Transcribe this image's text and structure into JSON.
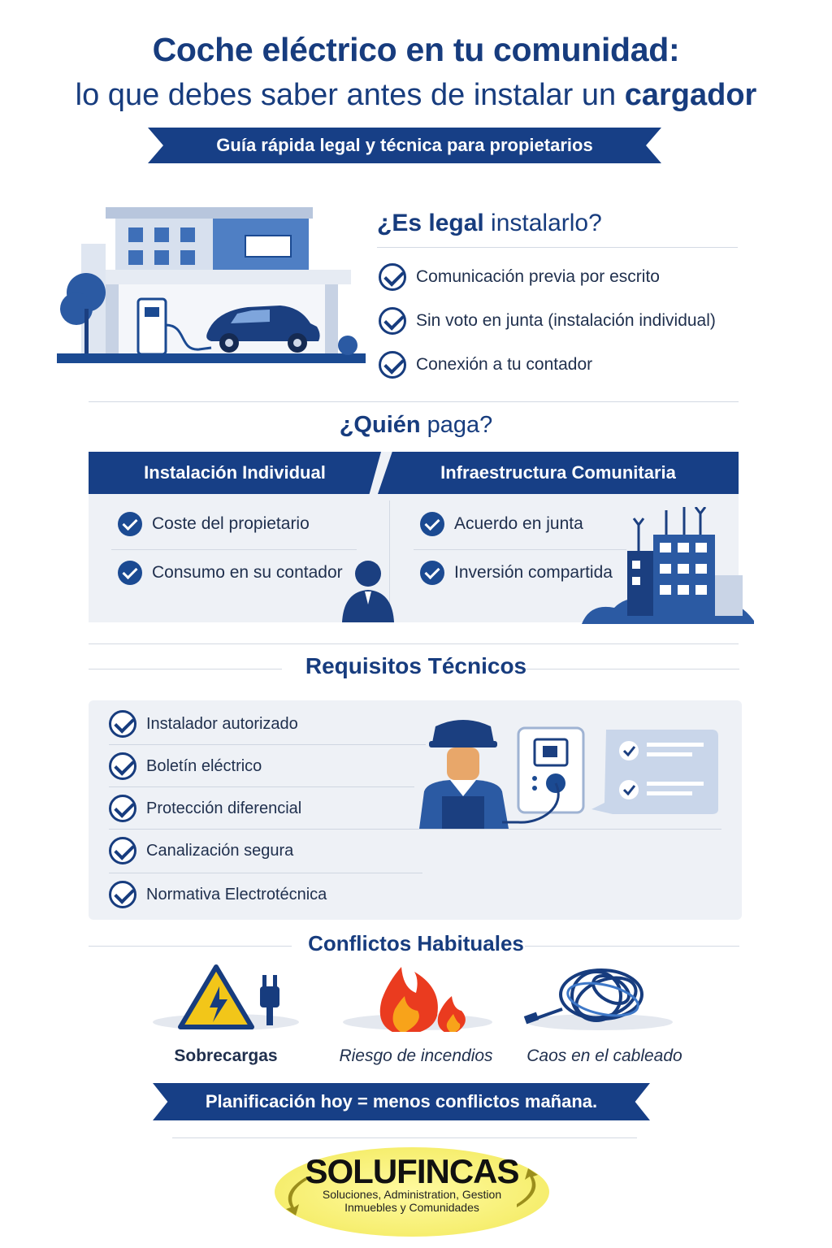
{
  "header": {
    "title_line1": "Coche eléctrico en tu comunidad:",
    "title_line2_prefix": "lo que debes saber antes de instalar un ",
    "title_line2_bold": "cargador",
    "subtitle": "Guía rápida legal y técnica para propietarios"
  },
  "legal": {
    "title_bold": "¿Es legal",
    "title_rest": " instalarlo?",
    "items": [
      "Comunicación previa por escrito",
      "Sin voto en junta (instalación individual)",
      "Conexión a tu contador"
    ]
  },
  "payment": {
    "title_bold": "¿Quién",
    "title_rest": " paga?",
    "individual": {
      "header": "Instalación Individual",
      "items": [
        "Coste del propietario",
        "Consumo en su contador"
      ]
    },
    "community": {
      "header": "Infraestructura Comunitaria",
      "items": [
        "Acuerdo en junta",
        "Inversión compartida"
      ]
    }
  },
  "requirements": {
    "title": "Requisitos Técnicos",
    "items": [
      "Instalador autorizado",
      "Boletín eléctrico",
      "Protección diferencial",
      "Canalización segura",
      "Normativa Electrotécnica"
    ]
  },
  "conflicts": {
    "title": "Conflictos Habituales",
    "items": [
      "Sobrecargas",
      "Riesgo de incendios",
      "Caos en el cableado"
    ]
  },
  "slogan": "Planificación hoy = menos conflictos mañana.",
  "logo": {
    "name": "SOLUFINCAS",
    "sub1": "Soluciones, Administration, Gestion",
    "sub2": "Inmuebles y Comunidades"
  },
  "colors": {
    "navy": "#173c7e",
    "band": "#173f86",
    "panel": "#eef1f6",
    "logo_yellow": "#f6ee6e"
  }
}
